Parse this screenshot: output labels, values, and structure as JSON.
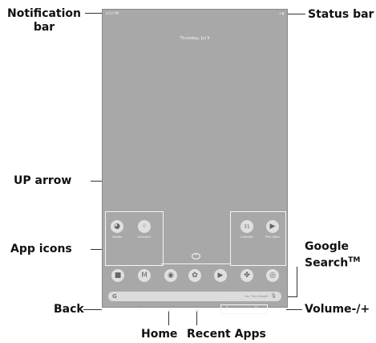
{
  "callouts": {
    "notification_bar_line1": "Notification",
    "notification_bar_line2": "bar",
    "status_bar": "Status bar",
    "up_arrow": "UP arrow",
    "app_icons": "App icons",
    "google_search_line1": "Google",
    "google_search_line2": "Search",
    "google_search_tm": "TM",
    "back": "Back",
    "volume": "Volume-/+",
    "home": "Home",
    "recent_apps": "Recent Apps"
  },
  "screen": {
    "time": "4:52 PM",
    "status_icons": "▾ ▮",
    "date": "Thursday, Jul 9",
    "apps_top_left": [
      {
        "name": "Google",
        "icon": "folder-icon",
        "glyph": "◕"
      },
      {
        "name": "Assistant",
        "icon": "assistant-icon",
        "glyph": "⁘"
      }
    ],
    "apps_top_right": [
      {
        "name": "Calendar",
        "icon": "calendar-icon",
        "glyph": "31"
      },
      {
        "name": "Play Store",
        "icon": "play-store-icon",
        "glyph": "▶"
      }
    ],
    "dock": [
      {
        "icon": "duo-video-icon",
        "glyph": "■"
      },
      {
        "icon": "gmail-icon",
        "glyph": "M"
      },
      {
        "icon": "chrome-icon",
        "glyph": "◉"
      },
      {
        "icon": "settings-icon",
        "glyph": "✿"
      },
      {
        "icon": "youtube-icon",
        "glyph": "▶"
      },
      {
        "icon": "photos-icon",
        "glyph": "✤"
      },
      {
        "icon": "camera-icon",
        "glyph": "◎"
      }
    ],
    "search_g": "G",
    "search_hint": "Say 'Hey Google'",
    "search_mic": "🎙",
    "nav_back": "◂",
    "nav_home": "●",
    "nav_recents": "■",
    "vol_down": "◂)",
    "vol_up": "◂))",
    "up_glyph": "^"
  },
  "colors": {
    "screen": "#a8a8a8",
    "callout": "#111111"
  }
}
